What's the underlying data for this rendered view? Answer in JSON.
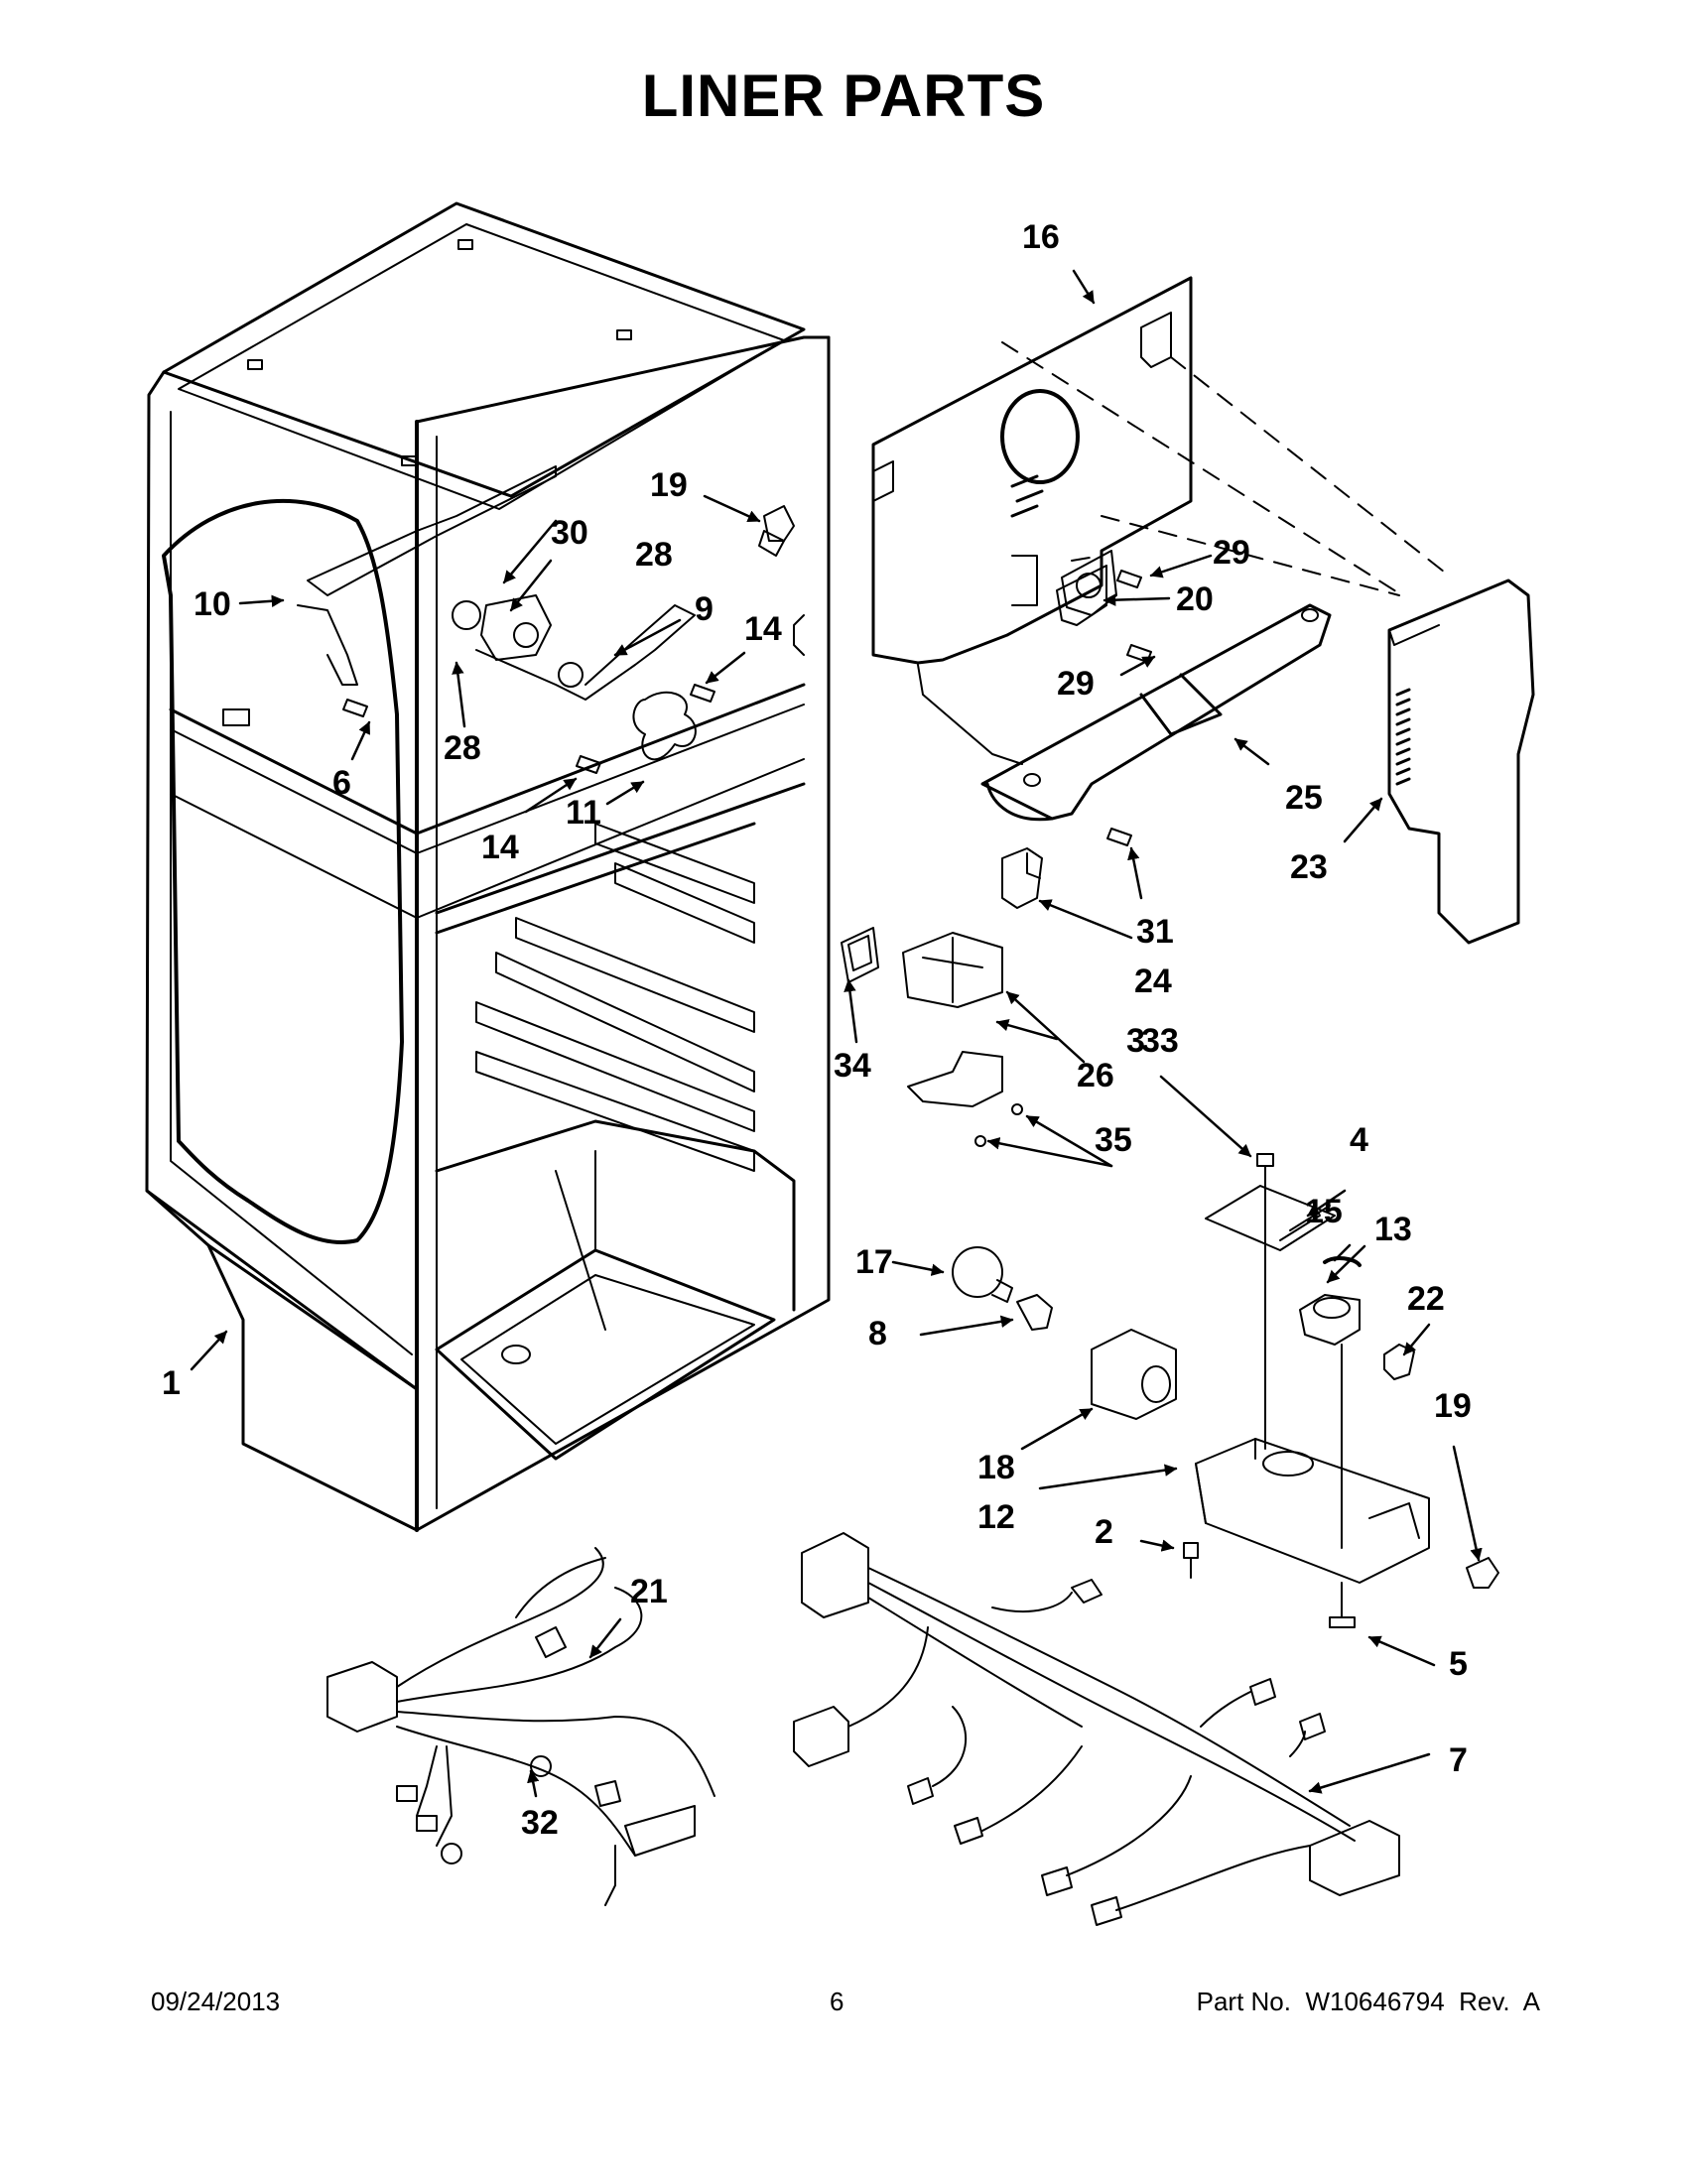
{
  "title": "LINER PARTS",
  "footer": {
    "date": "09/24/2013",
    "page": "6",
    "part_number": "Part No.  W10646794  Rev.  A"
  },
  "callouts": [
    "1",
    "2",
    "3",
    "4",
    "5",
    "6",
    "7",
    "8",
    "9",
    "10",
    "11",
    "12",
    "13",
    "14",
    "14",
    "15",
    "16",
    "17",
    "18",
    "19",
    "19",
    "20",
    "21",
    "22",
    "23",
    "24",
    "25",
    "26",
    "28",
    "28",
    "29",
    "29",
    "30",
    "31",
    "32",
    "33",
    "34",
    "35"
  ]
}
